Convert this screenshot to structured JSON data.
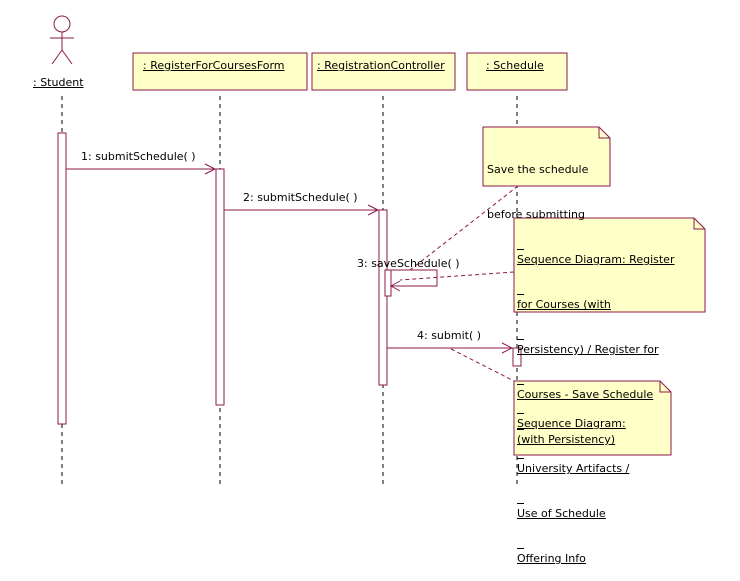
{
  "colors": {
    "line": "#8b1a4a",
    "note_fill": "#ffffc8",
    "box_fill": "#ffffc8",
    "text": "#000000",
    "lifeline": "#000000"
  },
  "actor": {
    "label": ": Student"
  },
  "objects": [
    {
      "label": ": RegisterForCoursesForm"
    },
    {
      "label": ": RegistrationController"
    },
    {
      "label": ": Schedule"
    }
  ],
  "messages": [
    {
      "label": "1: submitSchedule( )"
    },
    {
      "label": "2: submitSchedule( )"
    },
    {
      "label": "3: saveSchedule( )"
    },
    {
      "label": "4: submit( )"
    }
  ],
  "notes": [
    {
      "lines": [
        "Save the schedule",
        "before submitting"
      ],
      "underline": false
    },
    {
      "lines": [
        "Sequence Diagram: Register",
        "for Courses (with",
        "Persistency) / Register for",
        "Courses - Save Schedule",
        "(with Persistency)"
      ],
      "underline": true
    },
    {
      "lines": [
        "Sequence Diagram:",
        "University Artifacts /",
        "Use of Schedule",
        "Offering Info"
      ],
      "underline": true
    }
  ]
}
